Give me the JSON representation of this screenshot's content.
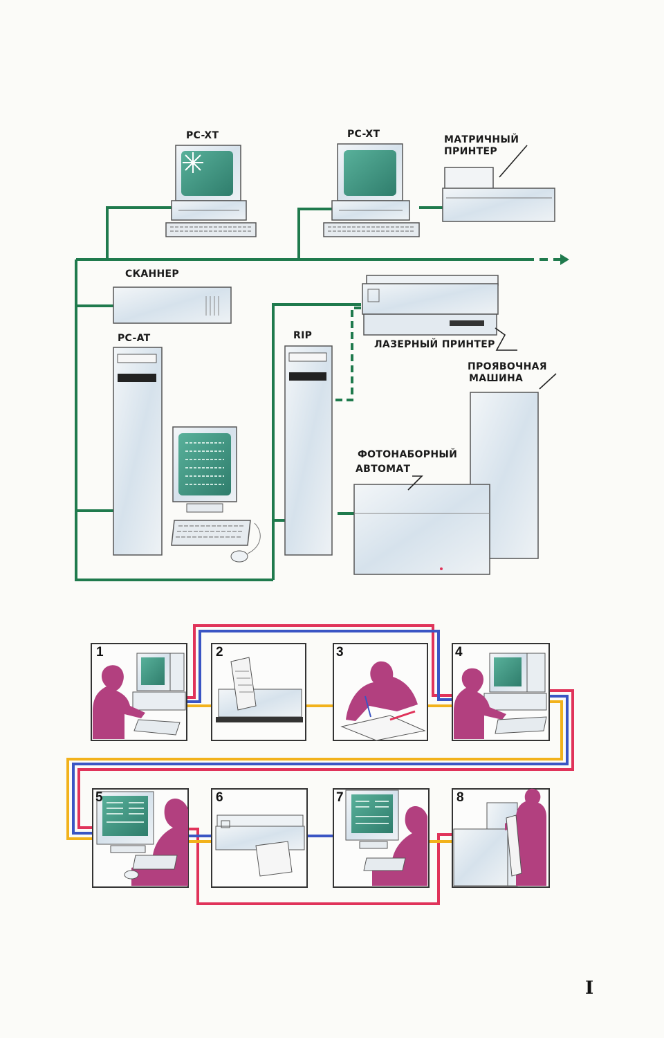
{
  "network_diagram": {
    "labels": {
      "pcxt_left": "PC-XT",
      "pcxt_right": "PC-XT",
      "dot_printer_line1": "МАТРИЧНЫЙ",
      "dot_printer_line2": "ПРИНТЕР",
      "scanner": "СКАННЕР",
      "pcat": "PC-AT",
      "rip": "RIP",
      "laser_printer": "ЛАЗЕРНЫЙ ПРИНТЕР",
      "processor_line1": "ПРОЯВОЧНАЯ",
      "processor_line2": "МАШИНА",
      "imagesetter_line1": "ФОТОНАБОРНЫЙ",
      "imagesetter_line2": "АВТОМАТ"
    },
    "colors": {
      "network": "#1f7a4d",
      "screen": "#3f9a82",
      "device": "#dfe8ef"
    }
  },
  "workflow": {
    "steps": [
      "1",
      "2",
      "3",
      "4",
      "5",
      "6",
      "7",
      "8"
    ],
    "colors": {
      "red": "#e0335a",
      "blue": "#3a55c4",
      "yellow": "#f2b21c",
      "figure": "#b2407f"
    }
  },
  "page_number": "I"
}
